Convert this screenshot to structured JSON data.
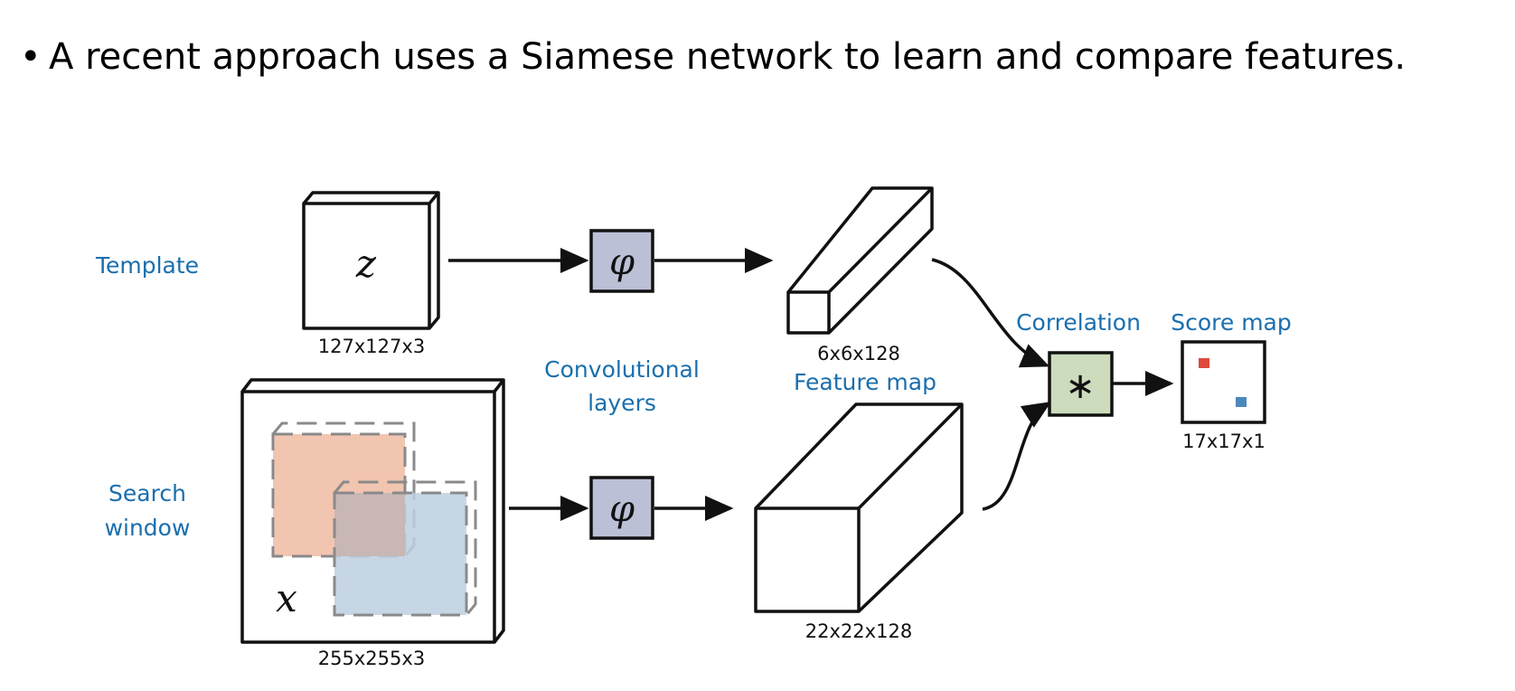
{
  "bullet": {
    "symbol": "•",
    "text": "A recent approach uses a Siamese network to learn and compare features."
  },
  "labels": {
    "template": "Template",
    "search_window": [
      "Search",
      "window"
    ],
    "conv_layers": [
      "Convolutional",
      "layers"
    ],
    "feature_map": "Feature map",
    "correlation": "Correlation",
    "score_map": "Score map"
  },
  "dims": {
    "template": "127x127x3",
    "search": "255x255x3",
    "feat_small": "6x6x128",
    "feat_large": "22x22x128",
    "score": "17x17x1"
  },
  "symbols": {
    "z": "z",
    "x": "x",
    "phi": "φ",
    "corr": "∗"
  },
  "colors": {
    "label_blue": "#1a6fae",
    "phi_fill": "#bcc0d6",
    "corr_fill": "#ccdcbd",
    "crop_orange": "#f2c5b0",
    "crop_blue": "#bdcfe0",
    "score_red": "#e04a3b",
    "score_blue": "#4b88bd"
  }
}
